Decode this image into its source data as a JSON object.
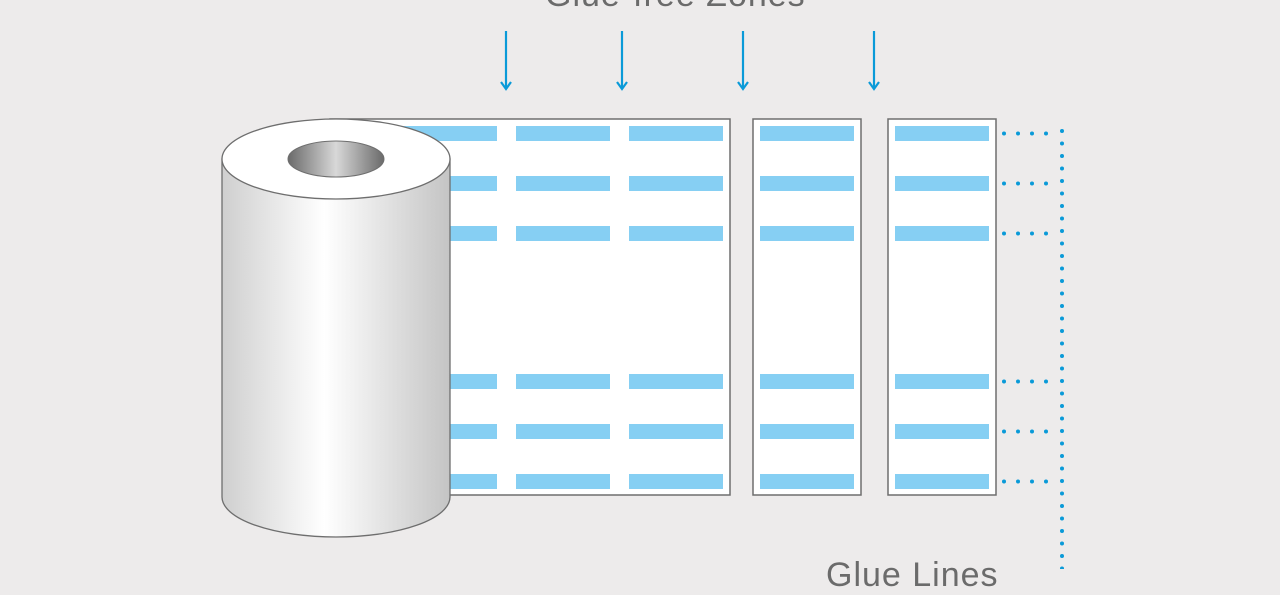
{
  "labels": {
    "top": "Glue-free Zones",
    "bottom": "Glue Lines"
  },
  "colors": {
    "glue": "#86cff3",
    "arrow": "#0a9ad8",
    "outline": "#6e6e6e",
    "background": "#edebeb"
  },
  "diagram": {
    "sheets": 3,
    "glue_rows": 6,
    "glue_columns": 5,
    "arrows": 4
  }
}
